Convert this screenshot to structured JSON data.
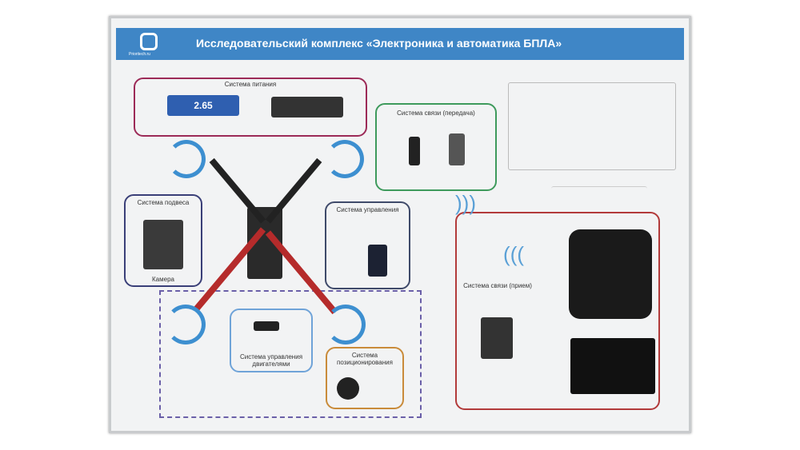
{
  "banner": {
    "title": "Исследовательский комплекс «Электроника и автоматика БПЛА»",
    "logo_text": "Prioritech.ru"
  },
  "sections": {
    "power": "Система питания",
    "tx": "Система связи (передача)",
    "gimbal": "Система подвеса",
    "camera": "Камера",
    "control": "Система управления",
    "motor_control": "Система управления двигателями",
    "positioning": "Система позиционирования",
    "rx": "Система связи (прием)"
  },
  "battery_label": "2.65",
  "colors": {
    "banner": "#3f86c6",
    "power": "#9c2a57",
    "tx": "#3e9a5c",
    "gimbal": "#3a3f78",
    "control": "#3f4a6a",
    "motor": "#6fa3d8",
    "positioning": "#c98b3a",
    "rx": "#b23a3a"
  }
}
